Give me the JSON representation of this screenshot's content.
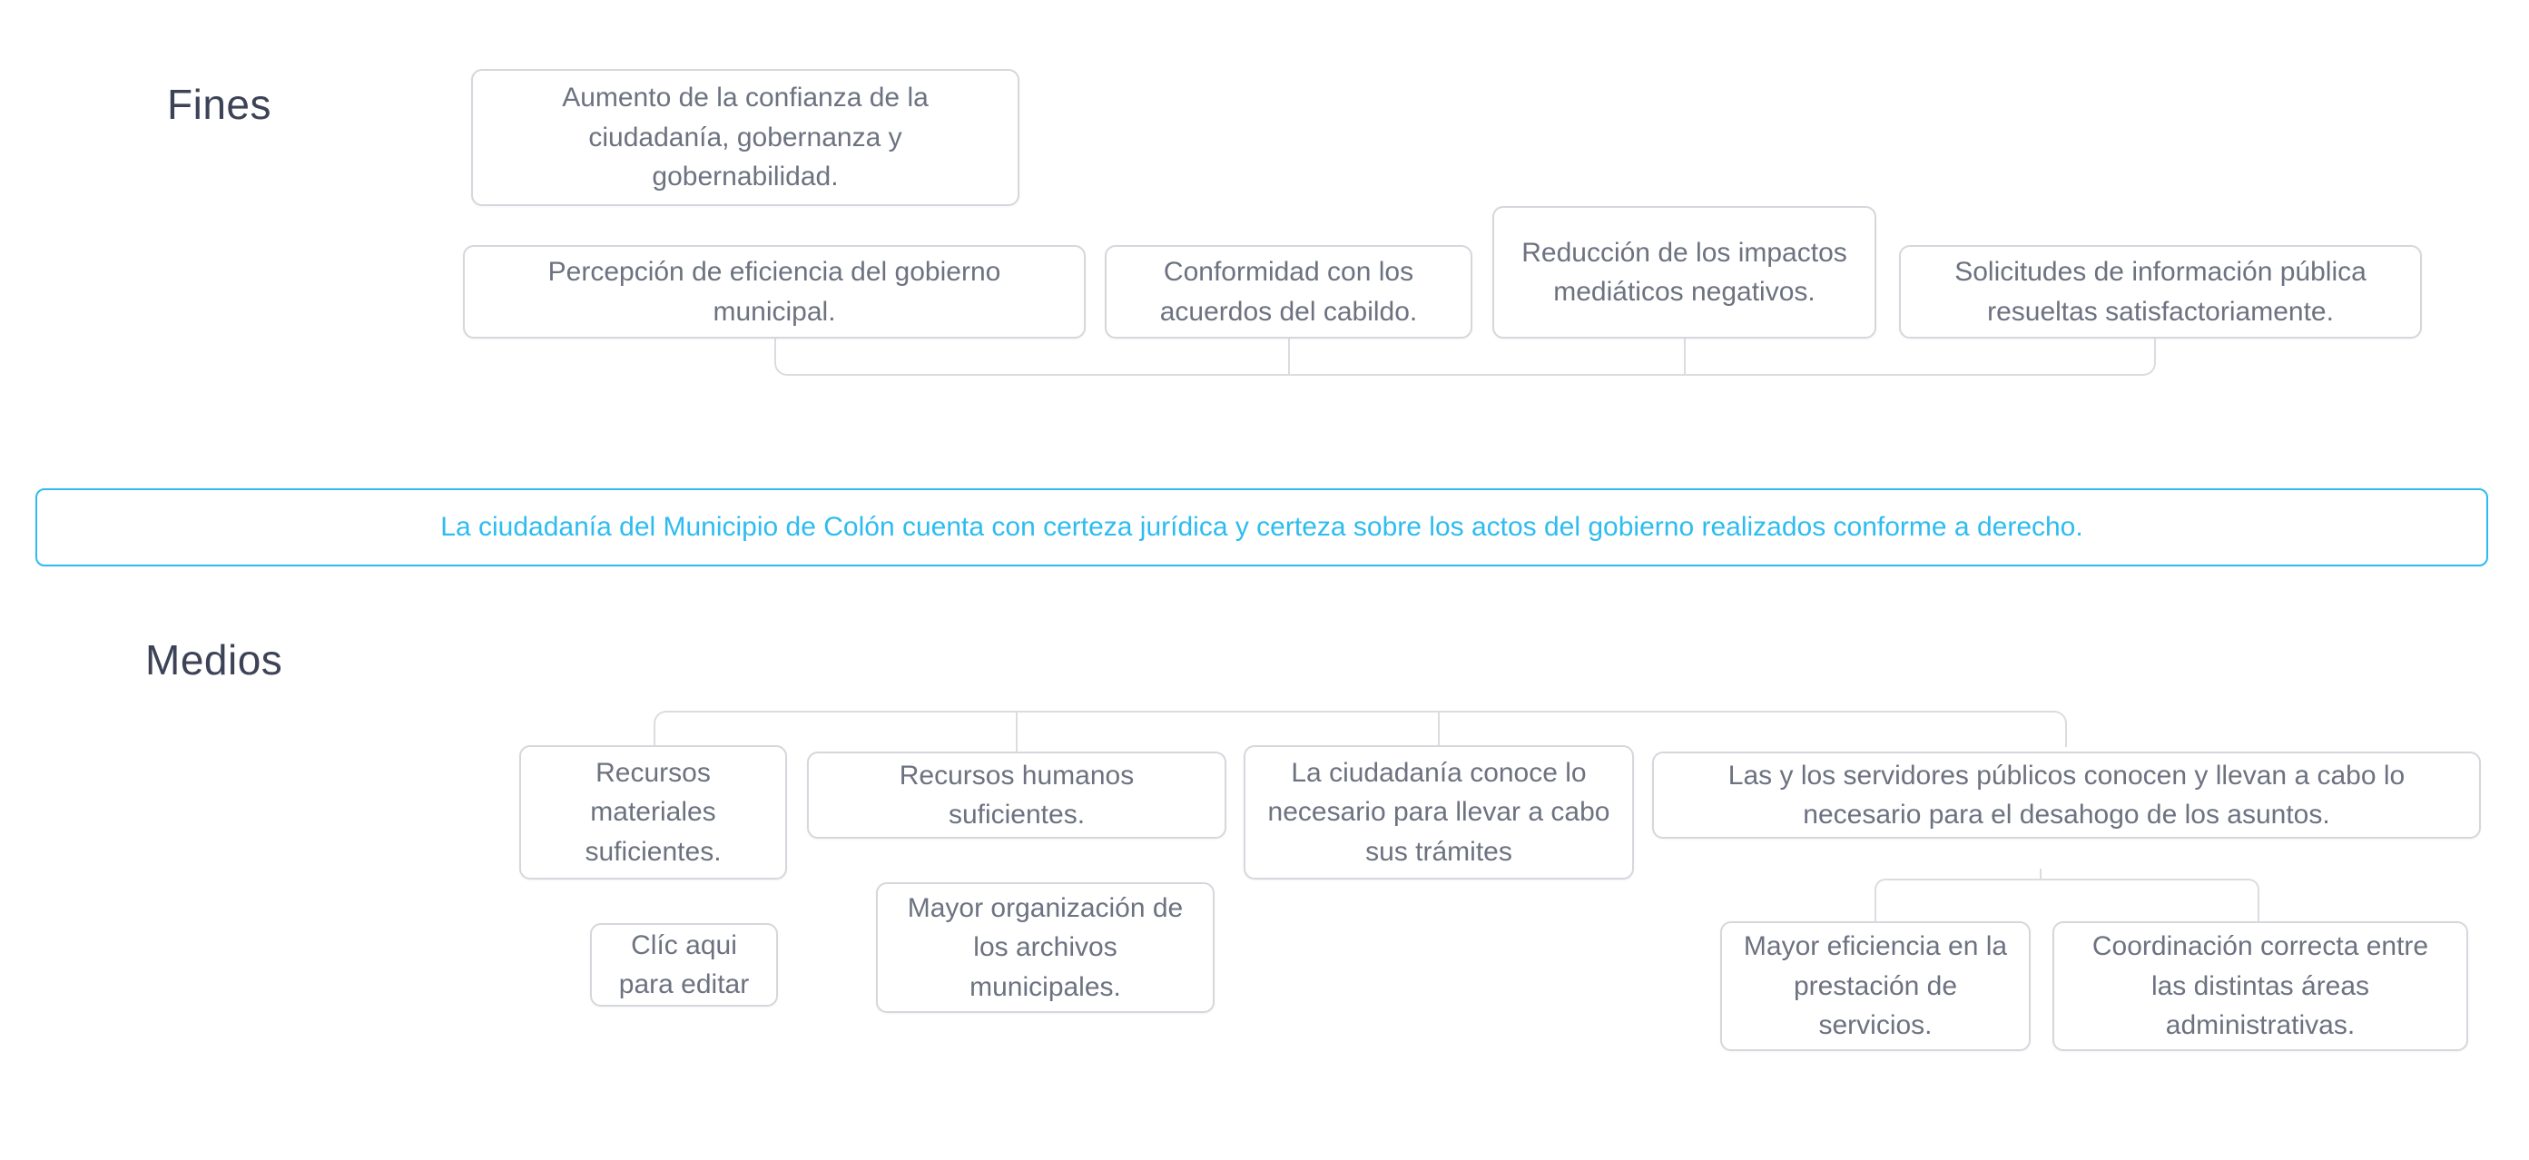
{
  "colors": {
    "accent_cyan": "#2ebcf0",
    "node_border": "#d6d7dc",
    "node_text": "#6c7280",
    "heading_text": "#3d4357",
    "connector_line": "#dcdce0",
    "background": "#ffffff"
  },
  "fines": {
    "label": "Fines",
    "top_box": {
      "text": "Aumento de la confianza de la ciudadanía, gobernanza y gobernabilidad."
    },
    "boxes": [
      {
        "text": "Percepción de eficiencia del gobierno municipal."
      },
      {
        "text": "Conformidad con los acuerdos del cabildo."
      },
      {
        "text": "Reducción de los impactos mediáticos negativos."
      },
      {
        "text": "Solicitudes de información pública resueltas satisfactoriamente."
      }
    ]
  },
  "objective": {
    "text": "La ciudadanía del Municipio de Colón cuenta con certeza jurídica y certeza sobre los actos del gobierno realizados conforme a derecho."
  },
  "medios": {
    "label": "Medios",
    "boxes": [
      {
        "text": "Recursos materiales suficientes."
      },
      {
        "text": "Recursos humanos suficientes."
      },
      {
        "text": "La ciudadanía conoce lo necesario para llevar a cabo sus trámites"
      },
      {
        "text": "Las y los servidores públicos conocen y llevan a cabo lo necesario para el desahogo de los asuntos."
      }
    ],
    "sub_boxes": [
      {
        "text": "Clíc aqui para editar"
      },
      {
        "text": "Mayor organización de los archivos municipales."
      },
      {
        "text": "Mayor eficiencia en la prestación de servicios."
      },
      {
        "text": "Coordinación correcta entre las distintas áreas administrativas."
      }
    ]
  }
}
